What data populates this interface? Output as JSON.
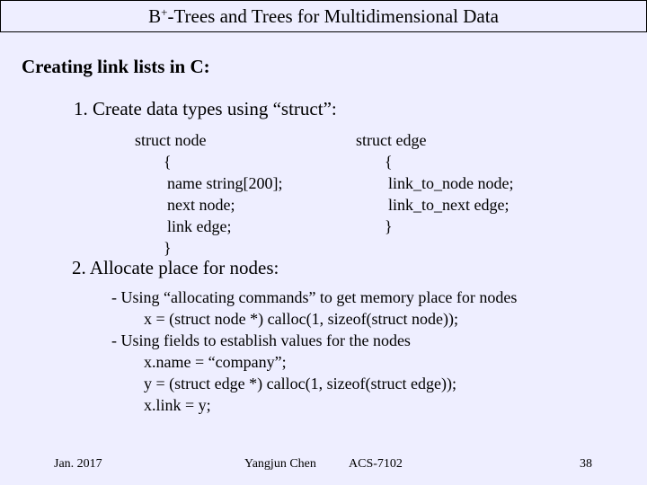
{
  "title": {
    "prefix": "B",
    "superscript": "+",
    "rest": "-Trees and Trees for Multidimensional Data"
  },
  "heading": "Creating link lists in C:",
  "step1": {
    "label": "1. Create data types using “struct”:",
    "struct_node": [
      "struct  node",
      "{",
      "name string[200];",
      "next node;",
      "link edge;",
      "}"
    ],
    "struct_edge": [
      "struct  edge",
      "{",
      "link_to_node node;",
      "link_to_next edge;",
      "}"
    ]
  },
  "step2": {
    "label": "2. Allocate place for nodes:",
    "lines": [
      "- Using “allocating commands” to get memory place for nodes",
      "x = (struct node *) calloc(1, sizeof(struct node));",
      "- Using fields to establish values for the nodes",
      "x.name = “company”;",
      "y = (struct edge *) calloc(1, sizeof(struct edge));",
      "x.link = y;"
    ]
  },
  "footer": {
    "date": "Jan. 2017",
    "author": "Yangjun Chen",
    "course": "ACS-7102",
    "page": "38"
  }
}
